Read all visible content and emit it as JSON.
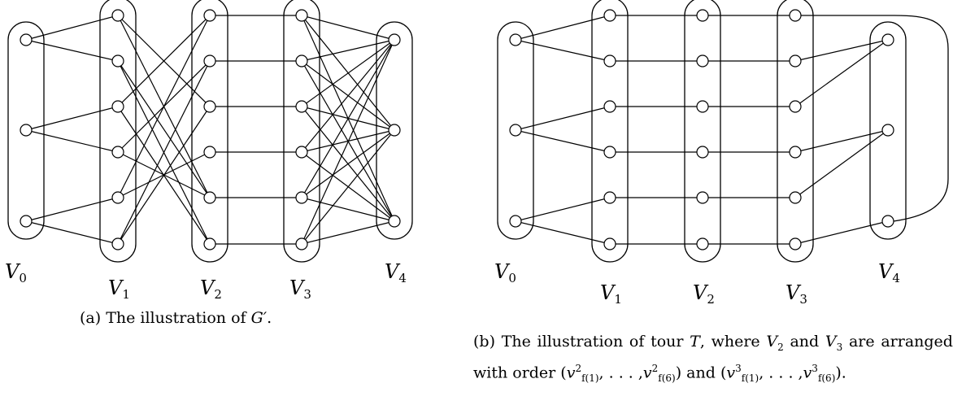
{
  "panel_a": {
    "labels": [
      "V0",
      "V1",
      "V2",
      "V3",
      "V4"
    ],
    "caption": {
      "prefix": "(a) The illustration of",
      "graph": "G′",
      "suffix": "."
    }
  },
  "panel_b": {
    "labels": [
      "V0",
      "V1",
      "V2",
      "V3",
      "V4"
    ],
    "caption": {
      "t1": "(b)  The  illustration  of  tour",
      "tour": "T",
      "t2": ",  where",
      "v2": "V",
      "v2_sub": "2",
      "t3": "and",
      "v3": "V",
      "v3_sub": "3",
      "t4": "are arranged with order (",
      "o1_var": "v",
      "o1_sup": "2",
      "o1_sub1": "f(1)",
      "o1_mid": ", . . . ,",
      "o1_var2": "v",
      "o1_sup2": "2",
      "o1_sub2": "f(6)",
      "t5": ") and (",
      "o2_var": "v",
      "o2_sup": "3",
      "o2_sub1": "f(1)",
      "o2_mid": ", . . . ,",
      "o2_var2": "v",
      "o2_sup2": "3",
      "o2_sub2": "f(6)",
      "t6": ")."
    }
  }
}
